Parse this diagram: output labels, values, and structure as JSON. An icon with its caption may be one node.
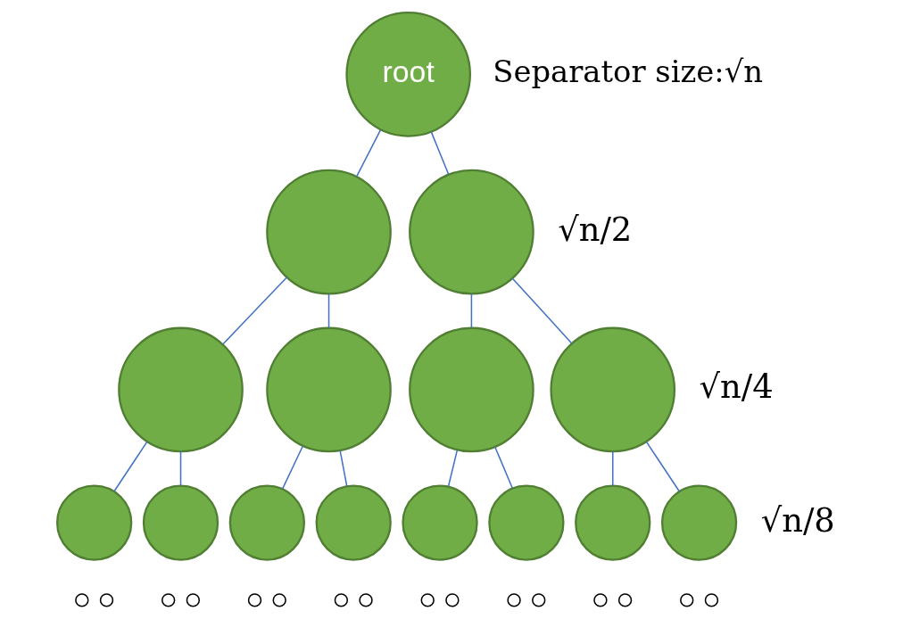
{
  "diagram": {
    "nodes": [
      {
        "text": [
          "root"
        ]
      },
      {
        "text": [],
        "shape": "circle"
      },
      {
        "text": [],
        "shape": "circle"
      },
      {
        "text": [],
        "shape": "circle"
      },
      {
        "text": [],
        "shape": "circle"
      },
      {
        "text": [],
        "shape": "circle"
      },
      {
        "text": [],
        "shape": "circle"
      },
      {
        "text": [],
        "shape": "circle"
      },
      {
        "text": [],
        "shape": "circle"
      },
      {
        "text": [],
        "shape": "circle"
      },
      {
        "text": [],
        "shape": "circle"
      },
      {
        "text": [],
        "shape": "circle"
      },
      {
        "text": [],
        "shape": "circle"
      },
      {
        "text": [],
        "shape": "circle"
      },
      {
        "text": [],
        "shape": "circle"
      },
      {
        "text": [],
        "shape": "circle"
      },
      {
        "text": [],
        "shape": "circle"
      },
      {
        "text": [],
        "shape": "circle"
      },
      {
        "text": [],
        "shape": "circle"
      },
      {
        "text": [],
        "shape": "circle"
      },
      {
        "text": [],
        "shape": "circle"
      },
      {
        "text": [],
        "shape": "circle"
      },
      {
        "text": [],
        "shape": "circle"
      },
      {
        "text": [],
        "shape": "circle"
      },
      {
        "text": [],
        "shape": "circle"
      },
      {
        "text": [],
        "shape": "circle"
      },
      {
        "text": [],
        "shape": "circle"
      },
      {
        "text": [],
        "shape": "circle"
      },
      {
        "text": [],
        "shape": "circle"
      },
      {
        "text": [],
        "shape": "circle"
      },
      {
        "text": [],
        "shape": "circle"
      }
    ],
    "edges": [
      {
        "from": 0,
        "to": 1,
        "arrow": "none"
      },
      {
        "from": 0,
        "to": 2,
        "arrow": "none"
      },
      {
        "from": 1,
        "to": 3,
        "arrow": "none"
      },
      {
        "from": 1,
        "to": 4,
        "arrow": "none"
      },
      {
        "from": 2,
        "to": 5,
        "arrow": "none"
      },
      {
        "from": 2,
        "to": 6,
        "arrow": "none"
      },
      {
        "from": 3,
        "to": 7,
        "arrow": "none"
      },
      {
        "from": 3,
        "to": 8,
        "arrow": "none"
      },
      {
        "from": 4,
        "to": 9,
        "arrow": "none"
      },
      {
        "from": 4,
        "to": 10,
        "arrow": "none"
      },
      {
        "from": 5,
        "to": 11,
        "arrow": "none"
      },
      {
        "from": 5,
        "to": 12,
        "arrow": "none"
      },
      {
        "from": 6,
        "to": 13,
        "arrow": "none"
      },
      {
        "from": 6,
        "to": 14,
        "arrow": "none"
      }
    ],
    "labels": [
      "Separator size:√n",
      "√n/2",
      "√n/4",
      "√n/8"
    ]
  }
}
